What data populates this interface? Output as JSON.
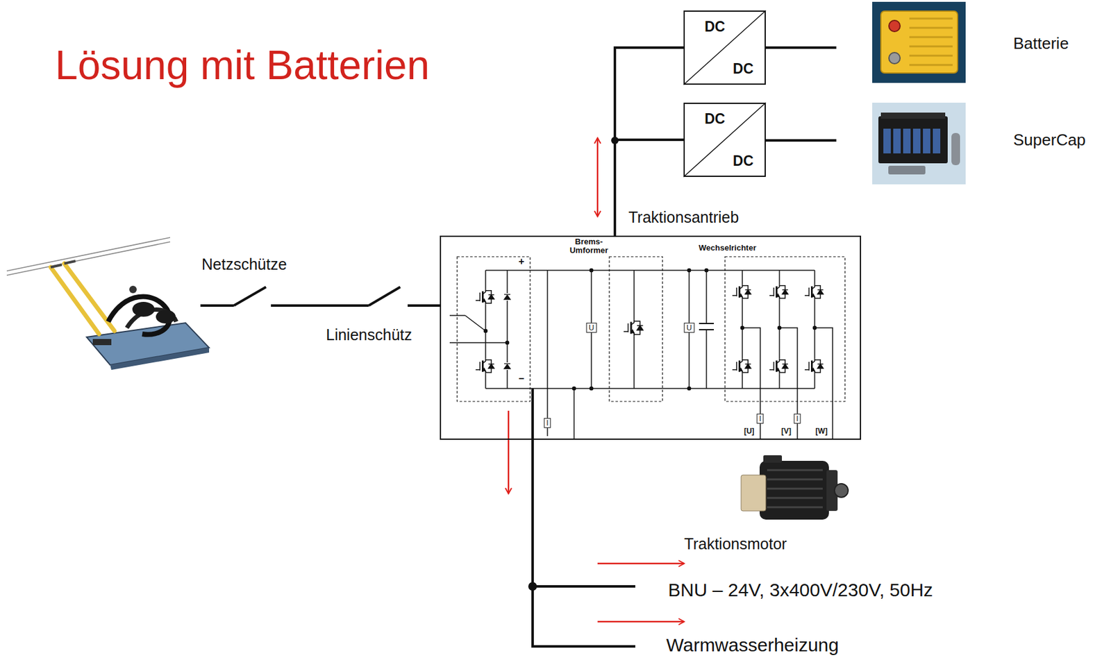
{
  "diagram": {
    "title": "Lösung mit Batterien",
    "nodes": [
      {
        "text": [
          "DC",
          "DC"
        ]
      },
      {
        "text": [
          "DC",
          "DC"
        ]
      },
      {
        "text": [
          "Traktionsantrieb"
        ]
      }
    ],
    "edges": [
      {
        "from": 2,
        "to": 0,
        "arrow": "none"
      },
      {
        "from": 2,
        "to": 1,
        "arrow": "none"
      }
    ],
    "labels": [
      "Netzschütze",
      "Linienschütz",
      "+",
      "–",
      "Brems- Umformer",
      "Wechselrichter",
      "U",
      "U",
      "I",
      "I",
      "I",
      "[U]",
      "[V]",
      "[W]",
      "Traktionsmotor",
      "Batterie",
      "SuperCap",
      "BNU – 24V, 3x400V/230V, 50Hz",
      "Warmwasserheizung"
    ]
  }
}
